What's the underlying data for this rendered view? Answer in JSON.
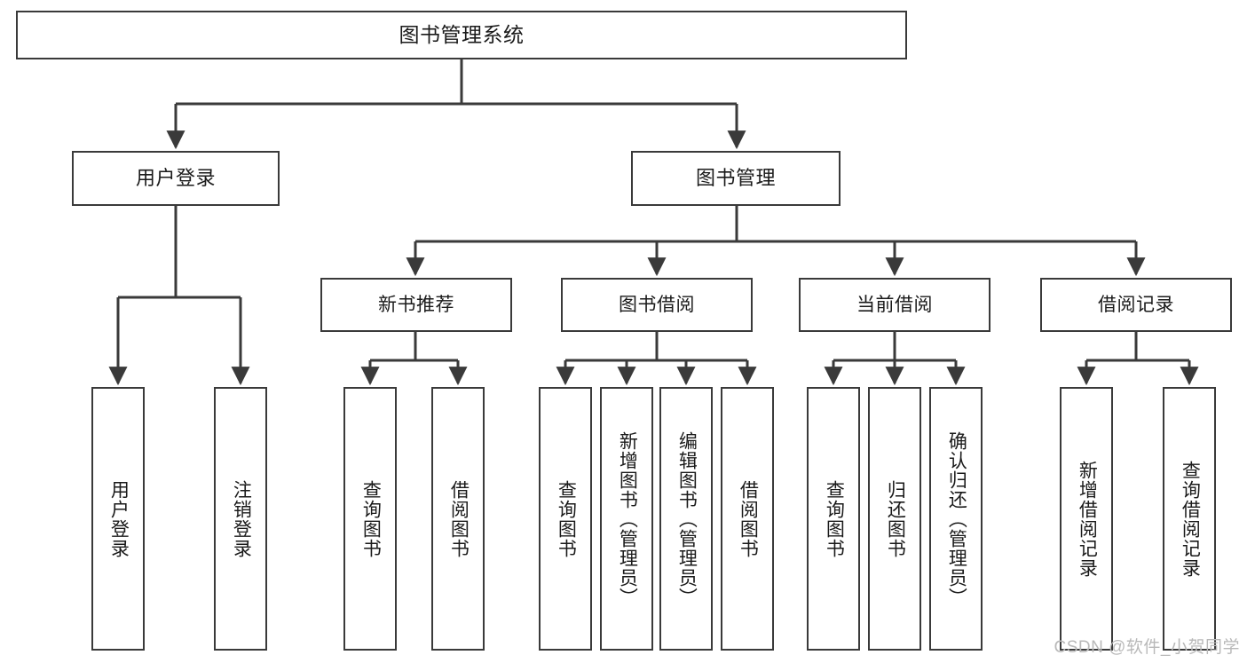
{
  "diagram": {
    "title": "图书管理系统",
    "watermark": "CSDN @软件_小贺同学",
    "colors": {
      "stroke": "#3a3a3a",
      "fill": "#ffffff",
      "text": "#1a1a1a",
      "watermark": "#b9b9b9"
    },
    "nodes": {
      "root": {
        "label": "图书管理系统"
      },
      "level2": [
        {
          "id": "user-login",
          "label": "用户登录"
        },
        {
          "id": "book-management",
          "label": "图书管理"
        }
      ],
      "level3": [
        {
          "id": "new-book-recommend",
          "label": "新书推荐"
        },
        {
          "id": "book-borrow",
          "label": "图书借阅"
        },
        {
          "id": "current-borrow",
          "label": "当前借阅"
        },
        {
          "id": "borrow-record",
          "label": "借阅记录"
        }
      ],
      "leaves": {
        "user-login": [
          {
            "id": "login",
            "label": "用户登录"
          },
          {
            "id": "logout",
            "label": "注销登录"
          }
        ],
        "new-book-recommend": [
          {
            "id": "query-book-1",
            "label": "查询图书"
          },
          {
            "id": "borrow-book-1",
            "label": "借阅图书"
          }
        ],
        "book-borrow": [
          {
            "id": "query-book-2",
            "label": "查询图书"
          },
          {
            "id": "add-book",
            "label": "新增图书（管理员）"
          },
          {
            "id": "edit-book",
            "label": "编辑图书（管理员）"
          },
          {
            "id": "borrow-book-2",
            "label": "借阅图书"
          }
        ],
        "current-borrow": [
          {
            "id": "query-book-3",
            "label": "查询图书"
          },
          {
            "id": "return-book",
            "label": "归还图书"
          },
          {
            "id": "confirm-return",
            "label": "确认归还（管理员）"
          }
        ],
        "borrow-record": [
          {
            "id": "add-record",
            "label": "新增借阅记录"
          },
          {
            "id": "query-record",
            "label": "查询借阅记录"
          }
        ]
      }
    }
  }
}
